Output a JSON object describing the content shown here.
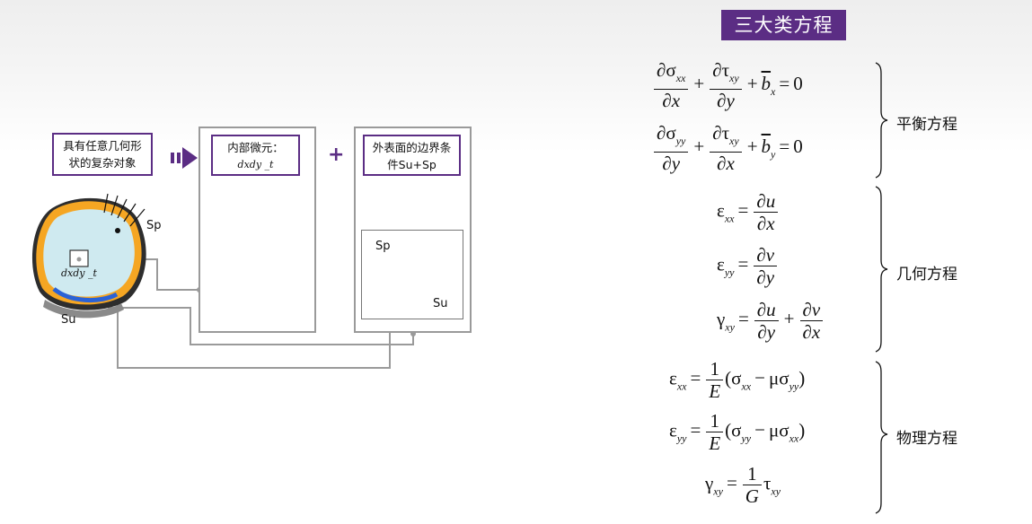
{
  "title": "三大类方程",
  "diagram": {
    "object_label": "具有任意几何形状的复杂对象",
    "object_label_lines": [
      "具有任意几何形",
      "状的复杂对象"
    ],
    "internal_label": "内部微元：",
    "element_label": "dxdy _t",
    "boundary_label_lines": [
      "外表面的边界条",
      "件Su+Sp"
    ],
    "plus": "+",
    "sp": "Sp",
    "su": "Su"
  },
  "groups": [
    {
      "name": "平衡方程"
    },
    {
      "name": "几何方程"
    },
    {
      "name": "物理方程"
    }
  ],
  "colors": {
    "accent": "#5b2d84",
    "body_outer": "#f5a623",
    "body_inner": "#cfeaf0",
    "su_band": "#2a62d6",
    "cube": "#bfe3ea"
  }
}
